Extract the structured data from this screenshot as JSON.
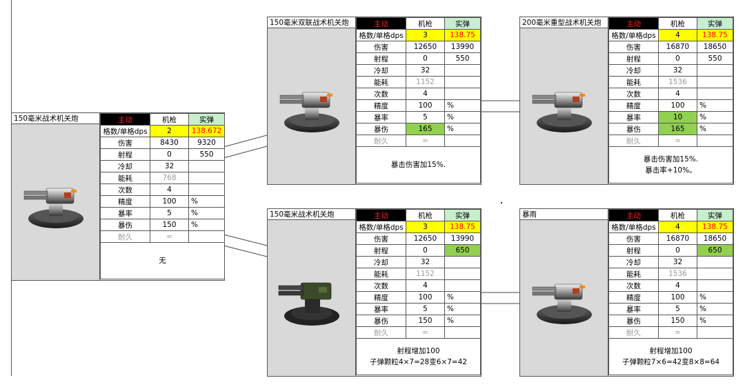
{
  "headers": {
    "active": "主动",
    "gun": "机枪",
    "bullet": "实弹"
  },
  "cards": [
    {
      "id": "base",
      "title": "150毫米战术机关炮",
      "dps": [
        "格数/单格dps",
        "2",
        "138.672"
      ],
      "rows": [
        [
          "伤害",
          "8430",
          "9320"
        ],
        [
          "射程",
          "0",
          "550"
        ],
        [
          "冷却",
          "32",
          ""
        ],
        [
          "能耗",
          "768",
          ""
        ],
        [
          "次数",
          "4",
          ""
        ],
        [
          "精度",
          "100",
          "%"
        ],
        [
          "暴率",
          "5",
          "%"
        ],
        [
          "暴伤",
          "150",
          "%"
        ],
        [
          "耐久",
          "∞",
          ""
        ]
      ],
      "note": [
        "无"
      ]
    },
    {
      "id": "twin",
      "title": "150毫米双联战术机关炮",
      "dps": [
        "格数/单格dps",
        "3",
        "138.75"
      ],
      "rows": [
        [
          "伤害",
          "12650",
          "13990"
        ],
        [
          "射程",
          "0",
          "550"
        ],
        [
          "冷却",
          "32",
          ""
        ],
        [
          "能耗",
          "1152",
          ""
        ],
        [
          "次数",
          "4",
          ""
        ],
        [
          "精度",
          "100",
          "%"
        ],
        [
          "暴率",
          "5",
          "%"
        ],
        [
          "暴伤",
          "165",
          "%"
        ],
        [
          "耐久",
          "∞",
          ""
        ]
      ],
      "note": [
        "暴击伤害加15%."
      ]
    },
    {
      "id": "heavy",
      "title": "200毫米重型战术机关炮",
      "dps": [
        "格数/单格dps",
        "4",
        "138.75"
      ],
      "rows": [
        [
          "伤害",
          "16870",
          "18650"
        ],
        [
          "射程",
          "0",
          "550"
        ],
        [
          "冷却",
          "32",
          ""
        ],
        [
          "能耗",
          "1536",
          ""
        ],
        [
          "次数",
          "4",
          ""
        ],
        [
          "精度",
          "100",
          "%"
        ],
        [
          "暴率",
          "10",
          "%"
        ],
        [
          "暴伤",
          "165",
          "%"
        ],
        [
          "耐久",
          "∞",
          ""
        ]
      ],
      "note": [
        "暴击伤害加15%.",
        "暴击率+10%。"
      ]
    },
    {
      "id": "range",
      "title": "150毫米战术机关炮",
      "dps": [
        "格数/单格dps",
        "3",
        "138.75"
      ],
      "rows": [
        [
          "伤害",
          "12650",
          "13990"
        ],
        [
          "射程",
          "0",
          "650"
        ],
        [
          "冷却",
          "32",
          ""
        ],
        [
          "能耗",
          "1152",
          ""
        ],
        [
          "次数",
          "4",
          ""
        ],
        [
          "精度",
          "100",
          "%"
        ],
        [
          "暴率",
          "5",
          "%"
        ],
        [
          "暴伤",
          "150",
          "%"
        ],
        [
          "耐久",
          "∞",
          ""
        ]
      ],
      "note": [
        "射程增加100",
        "子弹颗粒4×7=28变6×7=42"
      ]
    },
    {
      "id": "storm",
      "title": "暴雨",
      "dps": [
        "格数/单格dps",
        "4",
        "138.75"
      ],
      "rows": [
        [
          "伤害",
          "16870",
          "18650"
        ],
        [
          "射程",
          "0",
          "650"
        ],
        [
          "冷却",
          "32",
          ""
        ],
        [
          "能耗",
          "1536",
          ""
        ],
        [
          "次数",
          "4",
          ""
        ],
        [
          "精度",
          "100",
          "%"
        ],
        [
          "暴率",
          "5",
          "%"
        ],
        [
          "暴伤",
          "150",
          "%"
        ],
        [
          "耐久",
          "∞",
          ""
        ]
      ],
      "note": [
        "射程增加100",
        "子弹颗粒7×6=42变8×8=64"
      ]
    }
  ]
}
